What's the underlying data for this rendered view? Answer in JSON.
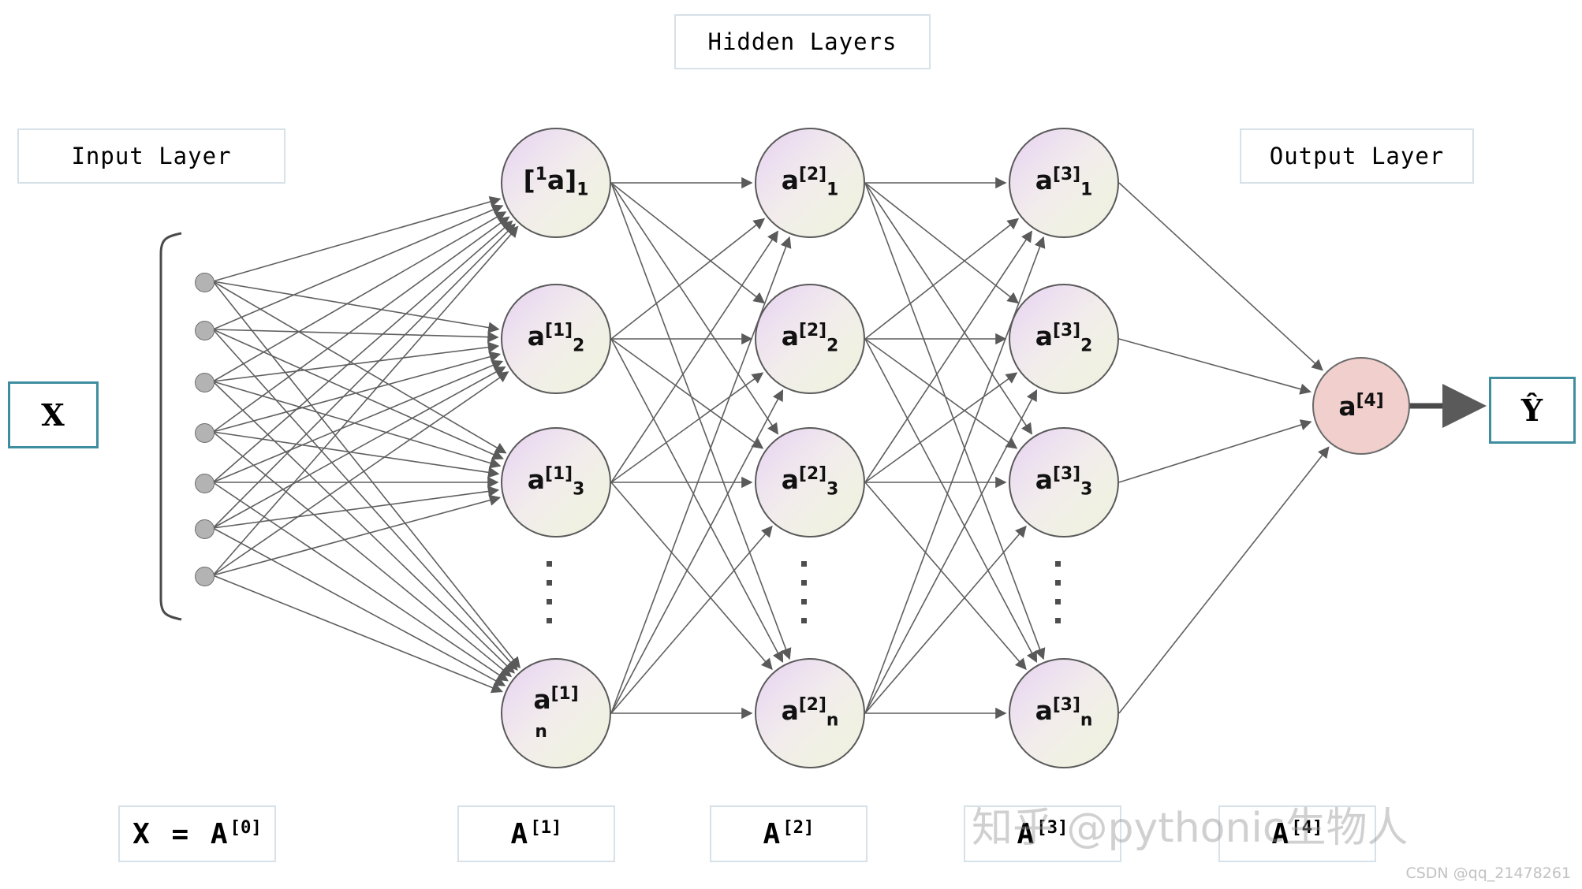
{
  "headers": {
    "hidden": "Hidden Layers",
    "input": "Input Layer",
    "output": "Output Layer"
  },
  "io_boxes": {
    "x": "X",
    "yhat": "Ŷ"
  },
  "bottom_labels": [
    {
      "base": "X = A",
      "sup": "[0]"
    },
    {
      "base": "A",
      "sup": "[1]"
    },
    {
      "base": "A",
      "sup": "[2]"
    },
    {
      "base": "A",
      "sup": "[3]"
    },
    {
      "base": "A",
      "sup": "[4]"
    }
  ],
  "layers": [
    {
      "name": "hidden-layer-1",
      "neurons": [
        {
          "text": "[1a]1",
          "pre": "[",
          "sup": "1",
          "mid": "a]",
          "sub": "1",
          "style": "anomalous"
        },
        {
          "base": "a",
          "sup": "[1]",
          "sub": "2",
          "style": "normal"
        },
        {
          "base": "a",
          "sup": "[1]",
          "sub": "3",
          "style": "normal"
        },
        {
          "base": "a",
          "sup": "[1]",
          "sub": "n",
          "style": "stacked"
        }
      ]
    },
    {
      "name": "hidden-layer-2",
      "neurons": [
        {
          "base": "a",
          "sup": "[2]",
          "sub": "1",
          "style": "normal"
        },
        {
          "base": "a",
          "sup": "[2]",
          "sub": "2",
          "style": "normal"
        },
        {
          "base": "a",
          "sup": "[2]",
          "sub": "3",
          "style": "normal"
        },
        {
          "base": "a",
          "sup": "[2]",
          "sub": "n",
          "style": "normal"
        }
      ]
    },
    {
      "name": "hidden-layer-3",
      "neurons": [
        {
          "base": "a",
          "sup": "[3]",
          "sub": "1",
          "style": "normal"
        },
        {
          "base": "a",
          "sup": "[3]",
          "sub": "2",
          "style": "normal"
        },
        {
          "base": "a",
          "sup": "[3]",
          "sub": "3",
          "style": "normal"
        },
        {
          "base": "a",
          "sup": "[3]",
          "sub": "n",
          "style": "normal"
        }
      ]
    },
    {
      "name": "output-layer",
      "neurons": [
        {
          "base": "a",
          "sup": "[4]",
          "sub": "",
          "style": "output"
        }
      ]
    }
  ],
  "input_nodes_count": 7,
  "watermarks": {
    "zhihu": "知乎 @pythonic生物人",
    "csdn": "CSDN @qq_21478261"
  },
  "colors": {
    "box_border": "#d6e1e8",
    "teal_border": "#3f8ea0",
    "edge": "#5f5f5f",
    "neuron_border": "#5a5a5a",
    "neuron_gradient_start": "#e6cfeb",
    "neuron_gradient_end": "#eef0dd",
    "output_neuron": "#f0cfcc",
    "input_dot": "#b3b3b3"
  }
}
